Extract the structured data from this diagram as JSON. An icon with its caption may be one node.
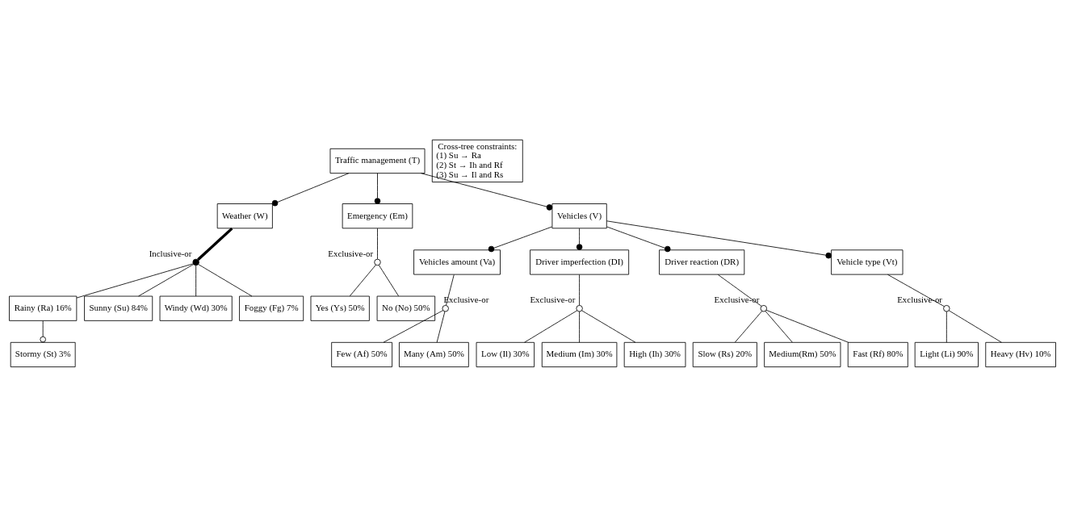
{
  "diagram": {
    "nodes": [
      {
        "text": [
          "Traffic management (T)"
        ]
      },
      {
        "text": [
          "Vehicles (V)"
        ]
      },
      {
        "text": [
          "Weather (W)"
        ]
      },
      {
        "text": [
          "Emergency (Em)"
        ]
      },
      {
        "text": [
          "Vehicles amount (Va)"
        ]
      },
      {
        "text": [
          "Driver imperfection (DI)"
        ]
      },
      {
        "text": [
          "Driver reaction (DR)"
        ]
      },
      {
        "text": [
          "Vehicle type (Vt)"
        ]
      },
      {
        "text": [],
        "shape": "circle",
        "beside": [
          "Exclusive-or"
        ]
      },
      {
        "text": [],
        "shape": "circle",
        "beside": [
          "Exclusive-or"
        ]
      },
      {
        "text": [],
        "shape": "circle",
        "beside": [
          "Exclusive-or"
        ]
      },
      {
        "text": [
          "Yes (Ys) 50%"
        ]
      },
      {
        "text": [
          "No (No) 50%"
        ]
      },
      {
        "text": [
          "Low (Il) 30%"
        ]
      },
      {
        "text": [
          "Medium (Im) 30%"
        ]
      },
      {
        "text": [
          "High (Ih) 30%"
        ]
      },
      {
        "text": [
          "Light (Li) 90%"
        ]
      },
      {
        "text": [
          "Heavy (Hv) 10%"
        ]
      },
      {
        "text": [],
        "shape": "circle",
        "beside": [
          "Exclusive-or"
        ]
      },
      {
        "text": [],
        "shape": "circle",
        "beside": [
          "Inclusive-or"
        ]
      },
      {
        "text": [],
        "shape": "circle",
        "beside": [
          "Exclusive-or"
        ]
      },
      {
        "text": [
          "Few (Af) 50%"
        ]
      },
      {
        "text": [
          "Many (Am) 50%"
        ]
      },
      {
        "text": [
          "Slow (Rs) 20%"
        ]
      },
      {
        "text": [
          "Medium(Rm) 50%"
        ]
      },
      {
        "text": [
          "Fast (Rf) 80%"
        ]
      },
      {
        "text": [
          "Rainy (Ra) 16%"
        ]
      },
      {
        "text": [
          "Sunny (Su) 84%"
        ]
      },
      {
        "text": [
          "Windy (Wd) 30%"
        ]
      },
      {
        "text": [
          "Foggy (Fg) 7%"
        ]
      },
      {
        "text": [
          "Stormy (St) 3%"
        ]
      },
      {
        "text": [
          "Cross-tree constraints:",
          "(1) Su → Ra",
          "(2) St → Ih and Rf",
          "(3) Su → Il and Rs"
        ]
      }
    ],
    "edges": [
      {
        "from": 0,
        "to": 2,
        "arrow": "other"
      },
      {
        "from": 0,
        "to": 3,
        "arrow": "other"
      },
      {
        "from": 0,
        "to": 1,
        "arrow": "other"
      },
      {
        "from": 1,
        "to": 4,
        "arrow": "other"
      },
      {
        "from": 1,
        "to": 5,
        "arrow": "other"
      },
      {
        "from": 1,
        "to": 6,
        "arrow": "other"
      },
      {
        "from": 1,
        "to": 7,
        "arrow": "other"
      },
      {
        "from": 3,
        "to": 8,
        "arrow": "none"
      },
      {
        "from": 8,
        "to": 11,
        "arrow": "none"
      },
      {
        "from": 8,
        "to": 12,
        "arrow": "none"
      },
      {
        "from": 5,
        "to": 9,
        "arrow": "none"
      },
      {
        "from": 9,
        "to": 13,
        "arrow": "none"
      },
      {
        "from": 9,
        "to": 14,
        "arrow": "none"
      },
      {
        "from": 9,
        "to": 15,
        "arrow": "none"
      },
      {
        "from": 7,
        "to": 10,
        "arrow": "none"
      },
      {
        "from": 10,
        "to": 16,
        "arrow": "none"
      },
      {
        "from": 10,
        "to": 17,
        "arrow": "none"
      },
      {
        "from": 4,
        "to": 18,
        "arrow": "none"
      },
      {
        "from": 18,
        "to": 21,
        "arrow": "none"
      },
      {
        "from": 18,
        "to": 22,
        "arrow": "none"
      },
      {
        "from": 6,
        "to": 20,
        "arrow": "none"
      },
      {
        "from": 20,
        "to": 23,
        "arrow": "none"
      },
      {
        "from": 20,
        "to": 24,
        "arrow": "none"
      },
      {
        "from": 20,
        "to": 25,
        "arrow": "none"
      },
      {
        "from": 2,
        "to": 19,
        "arrow": "none",
        "style": "thick"
      },
      {
        "from": 19,
        "to": 26,
        "arrow": "none"
      },
      {
        "from": 19,
        "to": 27,
        "arrow": "none"
      },
      {
        "from": 19,
        "to": 28,
        "arrow": "none"
      },
      {
        "from": 19,
        "to": 29,
        "arrow": "none"
      },
      {
        "from": 26,
        "to": 30,
        "arrow": "other"
      }
    ]
  }
}
